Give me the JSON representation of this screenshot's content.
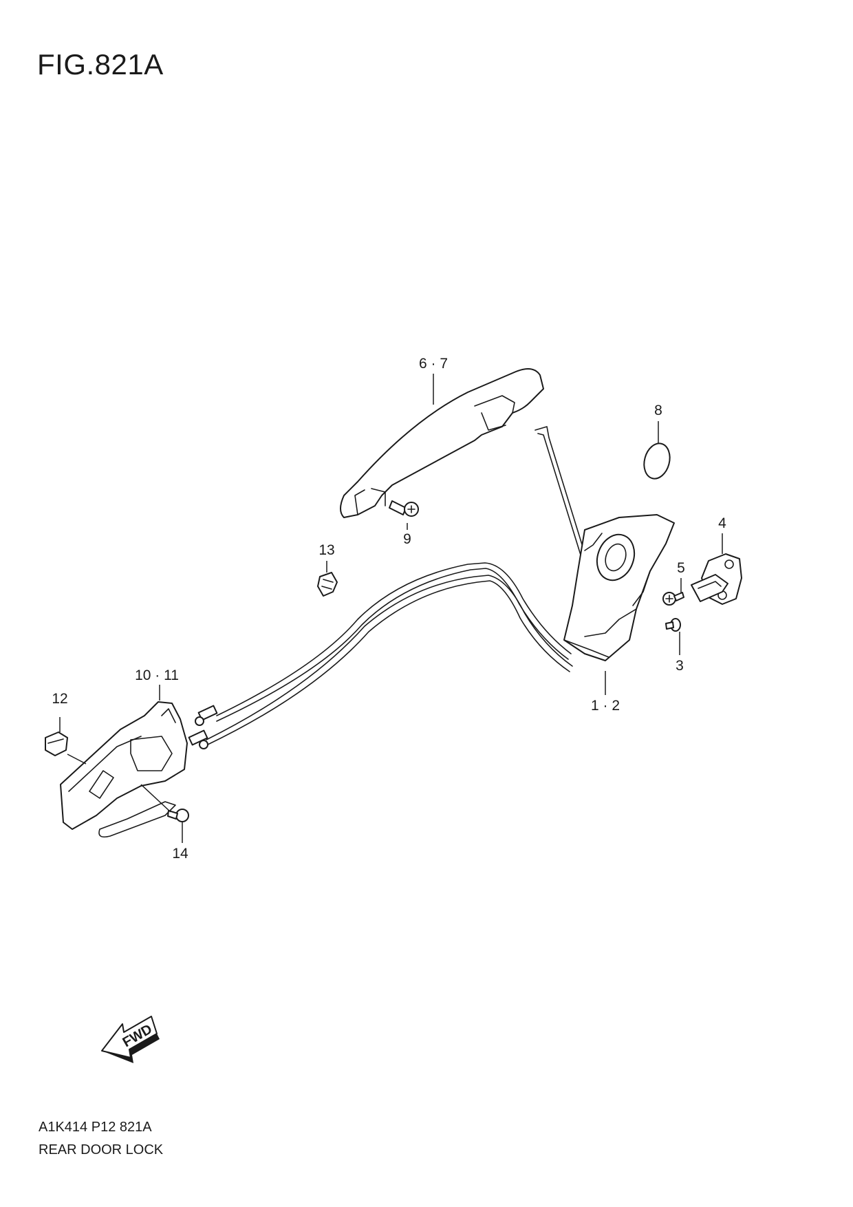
{
  "figure_title": "FIG.821A",
  "callouts": {
    "c1": "1 · 2",
    "c2": "3",
    "c3": "4",
    "c4": "5",
    "c5": "6 · 7",
    "c6": "8",
    "c7": "9",
    "c8": "10 · 11",
    "c9": "12",
    "c10": "13",
    "c11": "14"
  },
  "fwd_label": "FWD",
  "footer": {
    "code": "A1K414 P12 821A",
    "name": "REAR DOOR LOCK"
  }
}
